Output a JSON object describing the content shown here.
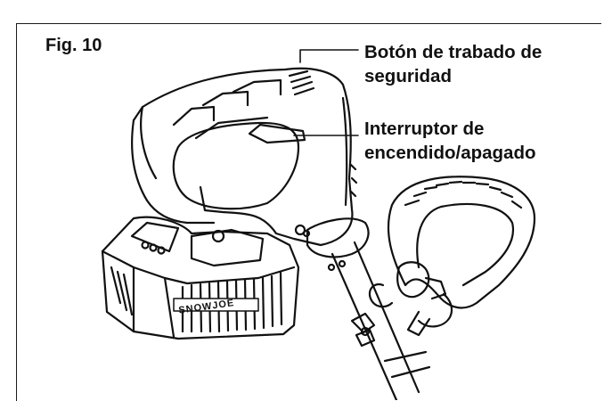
{
  "figure": {
    "label": "Fig. 10",
    "callouts": [
      {
        "line1": "Botón de trabado de",
        "line2": "seguridad"
      },
      {
        "line1": "Interruptor de",
        "line2": "encendido/apagado"
      }
    ],
    "brand_text": "SNOWJOE"
  },
  "colors": {
    "ink": "#111111",
    "background": "#ffffff"
  }
}
